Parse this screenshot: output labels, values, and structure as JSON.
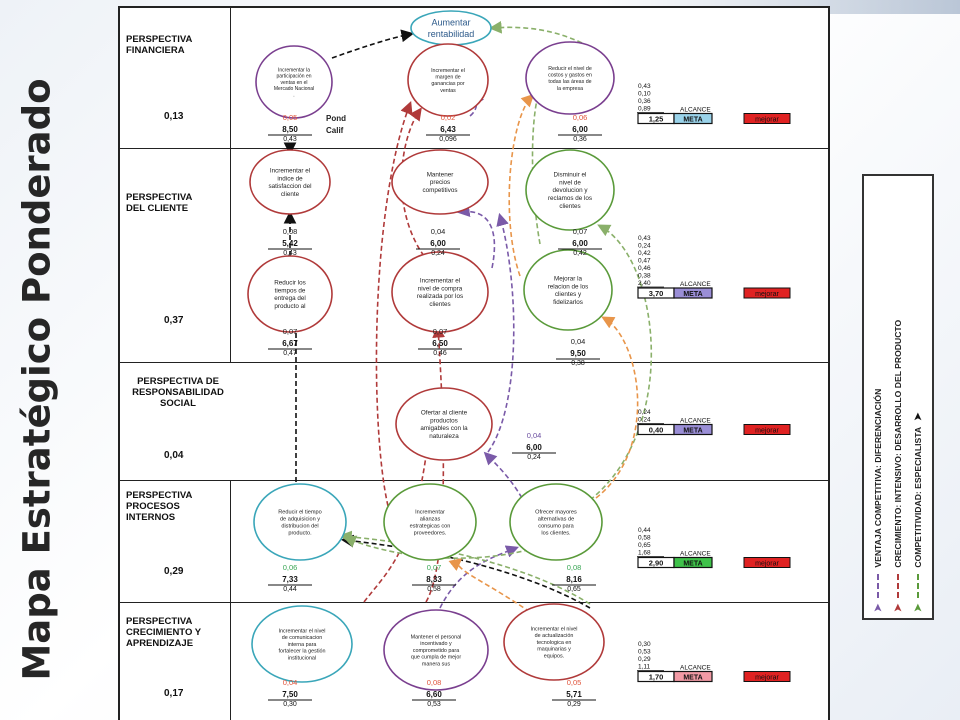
{
  "title": "Mapa Estratégico Ponderado",
  "labels": {
    "pond": "Pond",
    "calif": "Calif",
    "alcance": "ALCANCE",
    "meta": "META",
    "mejorar": "mejorar"
  },
  "perspectives": [
    {
      "name": "PERSPECTIVA\nFINANCIERA",
      "weight": "0,13"
    },
    {
      "name": "PERSPECTIVA\nDEL CLIENTE",
      "weight": "0,37"
    },
    {
      "name": "PERSPECTIVA DE\nRESPONSABILIDAD\nSOCIAL",
      "weight": "0,04"
    },
    {
      "name": "PERSPECTIVA\nPROCESOS\nINTERNOS",
      "weight": "0,29"
    },
    {
      "name": "PERSPECTIVA\nCRECIMIENTO Y\nAPRENDIZAJE",
      "weight": "0,17"
    }
  ],
  "objectives": [
    {
      "id": "aumentar",
      "text": "Aumentar\nrentabilidad",
      "color": "#3aa6b9"
    },
    {
      "id": "f1",
      "text": "Incrementar la\nparticipación en\nventas en el\nMercado Nacional\n.",
      "color": "#7a3f8f"
    },
    {
      "id": "f2",
      "text": "Incrementar el\nmargen de\nganancias por\nventas",
      "color": "#b03a3a"
    },
    {
      "id": "f3",
      "text": "Reducir el nivel de\ncostos y gastos en\ntodas las áreas de\nla empresa",
      "color": "#7a3f8f"
    },
    {
      "id": "c1",
      "text": "Incrementar el\nindice de\nsatisfaccion del\ncliente",
      "color": "#b03a3a"
    },
    {
      "id": "c2",
      "text": "Mantener\nprecios\ncompetitivos",
      "color": "#b03a3a"
    },
    {
      "id": "c3",
      "text": "Disminuir el\nnivel de\ndevolucion y\nreclamos de los\nclientes",
      "color": "#5a9a3a"
    },
    {
      "id": "c4",
      "text": "Reducir los\ntiempos de\nentrega del\nproducto al",
      "color": "#b03a3a"
    },
    {
      "id": "c5",
      "text": "Incrementar el\nnivel de compra\nrealizada por los\nclientes",
      "color": "#b03a3a"
    },
    {
      "id": "c6",
      "text": "Mejorar la\nrelacion de los\nclientes y\nfidelizarlos",
      "color": "#5a9a3a"
    },
    {
      "id": "r1",
      "text": "Ofertar al cliente\nproductos\namigables con la\nnaturaleza",
      "color": "#b03a3a"
    },
    {
      "id": "p1",
      "text": "Reducir el tiempo\nde adquisicion y\ndistribucion del\nproducto.",
      "color": "#3aa6b9"
    },
    {
      "id": "p2",
      "text": "Incrementar\nalianzas\nestrategicas con\nproveedores.",
      "color": "#5a9a3a"
    },
    {
      "id": "p3",
      "text": "Ofrecer mayores\nalternativas de\nconsumo para\nlos clientes.",
      "color": "#5a9a3a"
    },
    {
      "id": "g1",
      "text": "Incrementar el nivel\nde comunicacion\ninterna para\nfortalecer la gestión\ninstitucional",
      "color": "#3aa6b9"
    },
    {
      "id": "g2",
      "text": "Mantener el personal\nincentivado y\ncomprometido para\nque cumpla de mejor\nmanera sus",
      "color": "#7a3f8f"
    },
    {
      "id": "g3",
      "text": "Incrementar el nivel\nde actualización\ntecnologica en\nmaquinarias y\nequipos.",
      "color": "#b03a3a"
    }
  ],
  "scores": [
    {
      "pond": "0,05",
      "calif": "8,50",
      "result": "0,43",
      "pondColor": "#e0533a"
    },
    {
      "pond": "0,02",
      "calif": "6,43",
      "result": "0,096",
      "pondColor": "#e0533a"
    },
    {
      "pond": "0,06",
      "calif": "6,00",
      "result": "0,36",
      "pondColor": "#e0533a"
    },
    {
      "pond": "0,08",
      "calif": "5,42",
      "result": "0,43",
      "pondColor": "#222222"
    },
    {
      "pond": "0,04",
      "calif": "6,00",
      "result": "0,24",
      "pondColor": "#222222"
    },
    {
      "pond": "0,07",
      "calif": "6,00",
      "result": "0,42",
      "pondColor": "#222222"
    },
    {
      "pond": "0,07",
      "calif": "6,67",
      "result": "0,47",
      "pondColor": "#222222"
    },
    {
      "pond": "0,07",
      "calif": "6,50",
      "result": "0,46",
      "pondColor": "#222222"
    },
    {
      "pond": "0,04",
      "calif": "9,50",
      "result": "0,38",
      "pondColor": "#222222"
    },
    {
      "pond": "0,04",
      "calif": "6,00",
      "result": "0,24",
      "pondColor": "#6b4ea0"
    },
    {
      "pond": "0,06",
      "calif": "7,33",
      "result": "0,44",
      "pondColor": "#3aa655"
    },
    {
      "pond": "0,07",
      "calif": "8,33",
      "result": "0,58",
      "pondColor": "#3aa655"
    },
    {
      "pond": "0,08",
      "calif": "8,16",
      "result": "0,65",
      "pondColor": "#3aa655"
    },
    {
      "pond": "0,04",
      "calif": "7,50",
      "result": "0,30",
      "pondColor": "#e0533a"
    },
    {
      "pond": "0,08",
      "calif": "6,60",
      "result": "0,53",
      "pondColor": "#e0533a"
    },
    {
      "pond": "0,05",
      "calif": "5,71",
      "result": "0,29",
      "pondColor": "#e0533a"
    }
  ],
  "summaries": [
    {
      "values": [
        "0,43",
        "0,10",
        "0,36",
        "0,89"
      ],
      "total": "1,25",
      "metaColor": "#9ad3ea"
    },
    {
      "values": [
        "0,43",
        "0,24",
        "0,42",
        "0,47",
        "0,46",
        "0,38",
        "2,40"
      ],
      "total": "3,70",
      "metaColor": "#9a8ed6"
    },
    {
      "values": [
        "0,24",
        "0,24"
      ],
      "total": "0,40",
      "metaColor": "#9a8ed6"
    },
    {
      "values": [
        "0,44",
        "0,58",
        "0,65",
        "1,68"
      ],
      "total": "2,90",
      "metaColor": "#3fc24a"
    },
    {
      "values": [
        "0,30",
        "0,53",
        "0,29",
        "1,11"
      ],
      "total": "1,70",
      "metaColor": "#f29aa5"
    }
  ],
  "legend": [
    {
      "text": "VENTAJA COMPETITIVA: DIFERENCIACIÓN",
      "color": "#7a5aa8"
    },
    {
      "text": "CRECIMIENTO: INTENSIVO: DESARROLLO DEL PRODUCTO",
      "color": "#b03a3a"
    },
    {
      "text": "COMPETITIVIDAD: ESPECIALISTA",
      "color": "#5a9a3a"
    }
  ],
  "colors": {
    "mejorar": "#e02222",
    "arrowBlack": "#111111",
    "arrowPurple": "#7a5aa8",
    "arrowRed": "#b03a3a",
    "arrowGreen": "#8ab06a",
    "arrowOrange": "#e8954a"
  }
}
